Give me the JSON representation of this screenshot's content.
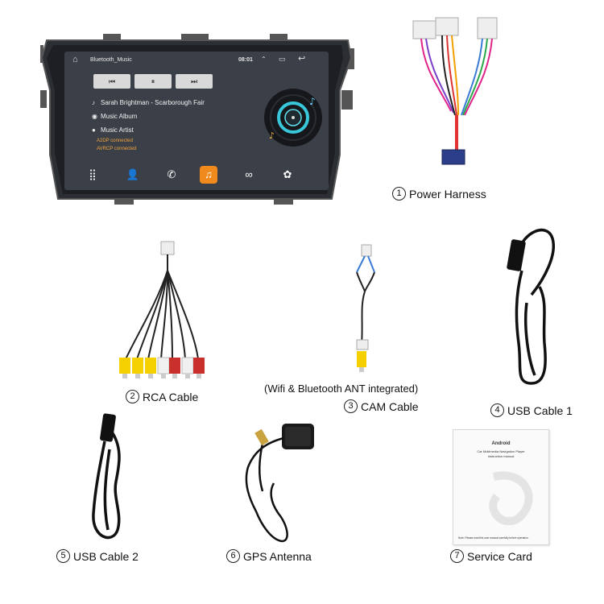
{
  "head_unit": {
    "screen_title": "Bluetooth_Music",
    "clock": "08:01",
    "track": "Sarah Brightman - Scarborough Fair",
    "album": "Music Album",
    "artist": "Music Artist",
    "a2dp_status": "A2DP connected",
    "avrcp_status": "AVRCP connected",
    "controls": [
      "prev-icon",
      "pause-icon",
      "next-icon"
    ],
    "dock_icons": [
      "apps-icon",
      "contacts-icon",
      "phone-icon",
      "music-icon",
      "link-icon",
      "settings-icon"
    ],
    "accent_color": "#f08a1c"
  },
  "items": [
    {
      "number": "1",
      "label": "Power Harness"
    },
    {
      "number": "2",
      "label": "RCA Cable"
    },
    {
      "number": "3",
      "label": "CAM Cable"
    },
    {
      "number": "4",
      "label": "USB Cable 1"
    },
    {
      "number": "5",
      "label": "USB Cable 2"
    },
    {
      "number": "6",
      "label": "GPS Antenna"
    },
    {
      "number": "7",
      "label": "Service Card"
    }
  ],
  "cam_note": "(Wifi & Bluetooth ANT integrated)",
  "service_card": {
    "brand": "Android",
    "subtitle": "Car Multimedia Navigation Player",
    "doc_type": "Instruction manual",
    "footer": "Note: Please read this user manual carefully before operation."
  },
  "rca_colors": [
    "#f5d000",
    "#c9302c",
    "#f0f0f0"
  ]
}
